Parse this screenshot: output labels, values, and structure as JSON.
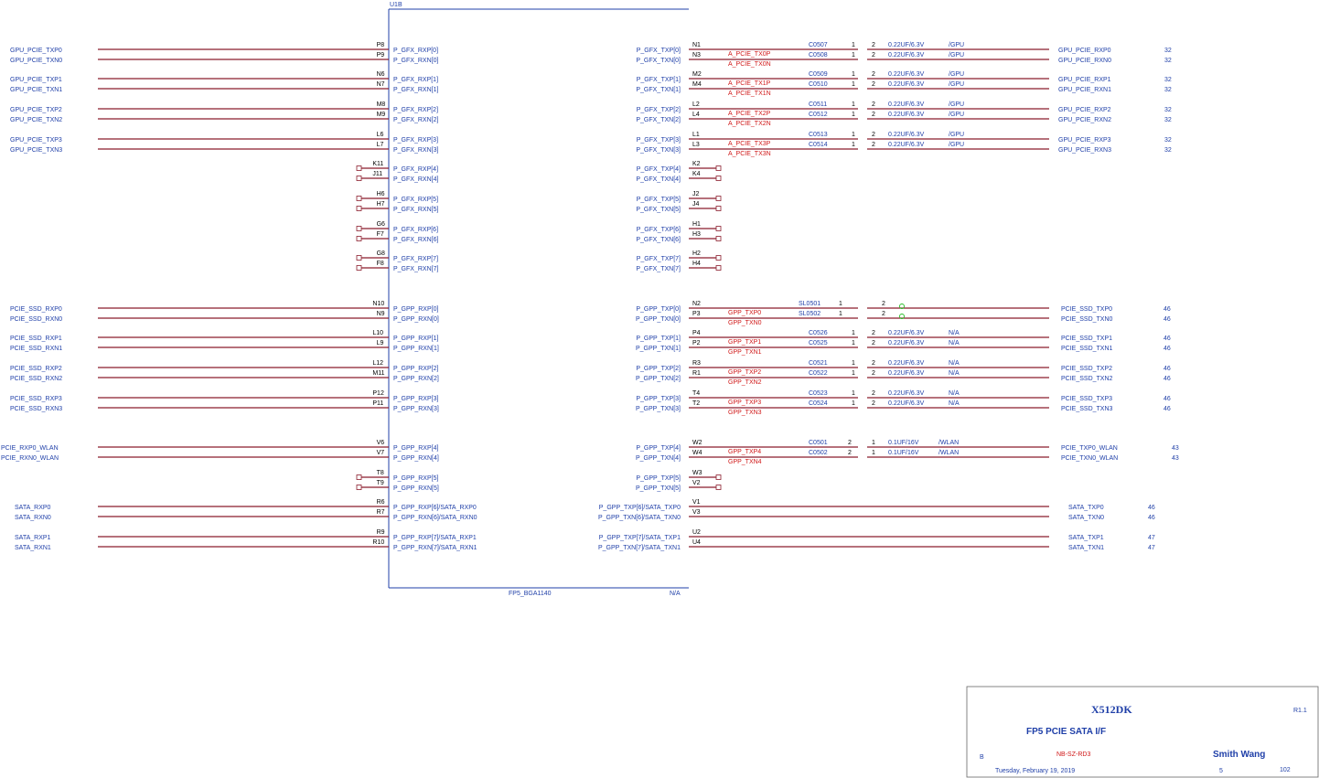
{
  "chip": {
    "ref": "U1B",
    "package": "FP5_BGA1140",
    "variant": "N/A"
  },
  "left_groups": [
    {
      "nets": [
        "GPU_PCIE_TXP0",
        "GPU_PCIE_TXN0"
      ],
      "balls": [
        "P8",
        "P9"
      ],
      "pins": [
        "P_GFX_RXP[0]",
        "P_GFX_RXN[0]"
      ]
    },
    {
      "nets": [
        "GPU_PCIE_TXP1",
        "GPU_PCIE_TXN1"
      ],
      "balls": [
        "N6",
        "N7"
      ],
      "pins": [
        "P_GFX_RXP[1]",
        "P_GFX_RXN[1]"
      ]
    },
    {
      "nets": [
        "GPU_PCIE_TXP2",
        "GPU_PCIE_TXN2"
      ],
      "balls": [
        "M8",
        "M9"
      ],
      "pins": [
        "P_GFX_RXP[2]",
        "P_GFX_RXN[2]"
      ]
    },
    {
      "nets": [
        "GPU_PCIE_TXP3",
        "GPU_PCIE_TXN3"
      ],
      "balls": [
        "L6",
        "L7"
      ],
      "pins": [
        "P_GFX_RXP[3]",
        "P_GFX_RXN[3]"
      ]
    },
    {
      "nets": [],
      "balls": [
        "K11",
        "J11"
      ],
      "pins": [
        "P_GFX_RXP[4]",
        "P_GFX_RXN[4]"
      ]
    },
    {
      "nets": [],
      "balls": [
        "H6",
        "H7"
      ],
      "pins": [
        "P_GFX_RXP[5]",
        "P_GFX_RXN[5]"
      ]
    },
    {
      "nets": [],
      "balls": [
        "G6",
        "F7"
      ],
      "pins": [
        "P_GFX_RXP[6]",
        "P_GFX_RXN[6]"
      ]
    },
    {
      "nets": [],
      "balls": [
        "G8",
        "F8"
      ],
      "pins": [
        "P_GFX_RXP[7]",
        "P_GFX_RXN[7]"
      ]
    },
    {
      "nets": [
        "PCIE_SSD_RXP0",
        "PCIE_SSD_RXN0"
      ],
      "balls": [
        "N10",
        "N9"
      ],
      "pins": [
        "P_GPP_RXP[0]",
        "P_GPP_RXN[0]"
      ]
    },
    {
      "nets": [
        "PCIE_SSD_RXP1",
        "PCIE_SSD_RXN1"
      ],
      "balls": [
        "L10",
        "L9"
      ],
      "pins": [
        "P_GPP_RXP[1]",
        "P_GPP_RXN[1]"
      ]
    },
    {
      "nets": [
        "PCIE_SSD_RXP2",
        "PCIE_SSD_RXN2"
      ],
      "balls": [
        "L12",
        "M11"
      ],
      "pins": [
        "P_GPP_RXP[2]",
        "P_GPP_RXN[2]"
      ]
    },
    {
      "nets": [
        "PCIE_SSD_RXP3",
        "PCIE_SSD_RXN3"
      ],
      "balls": [
        "P12",
        "P11"
      ],
      "pins": [
        "P_GPP_RXP[3]",
        "P_GPP_RXN[3]"
      ]
    },
    {
      "nets": [
        "PCIE_RXP0_WLAN",
        "PCIE_RXN0_WLAN"
      ],
      "balls": [
        "V6",
        "V7"
      ],
      "pins": [
        "P_GPP_RXP[4]",
        "P_GPP_RXN[4]"
      ]
    },
    {
      "nets": [],
      "balls": [
        "T8",
        "T9"
      ],
      "pins": [
        "P_GPP_RXP[5]",
        "P_GPP_RXN[5]"
      ]
    },
    {
      "nets": [
        "SATA_RXP0",
        "SATA_RXN0"
      ],
      "balls": [
        "R6",
        "R7"
      ],
      "pins": [
        "P_GPP_RXP[6]/SATA_RXP0",
        "P_GPP_RXN[6]/SATA_RXN0"
      ]
    },
    {
      "nets": [
        "SATA_RXP1",
        "SATA_RXN1"
      ],
      "balls": [
        "R9",
        "R10"
      ],
      "pins": [
        "P_GPP_RXP[7]/SATA_RXP1",
        "P_GPP_RXN[7]/SATA_RXN1"
      ]
    }
  ],
  "right_groups": [
    {
      "pins": [
        "P_GFX_TXP[0]",
        "P_GFX_TXN[0]"
      ],
      "balls": [
        "N1",
        "N3"
      ],
      "inner": [
        "A_PCIE_TX0P",
        "A_PCIE_TX0N"
      ],
      "refs": [
        "C0507",
        "C0508"
      ],
      "pinnums": [
        "1",
        "1"
      ],
      "pinnums2": [
        "2",
        "2"
      ],
      "vals": [
        "0.22UF/6.3V",
        "0.22UF/6.3V"
      ],
      "opt": [
        "/GPU",
        "/GPU"
      ],
      "nets": [
        "GPU_PCIE_RXP0",
        "GPU_PCIE_RXN0"
      ],
      "pages": [
        "32",
        "32"
      ]
    },
    {
      "pins": [
        "P_GFX_TXP[1]",
        "P_GFX_TXN[1]"
      ],
      "balls": [
        "M2",
        "M4"
      ],
      "inner": [
        "A_PCIE_TX1P",
        "A_PCIE_TX1N"
      ],
      "refs": [
        "C0509",
        "C0510"
      ],
      "pinnums": [
        "1",
        "1"
      ],
      "pinnums2": [
        "2",
        "2"
      ],
      "vals": [
        "0.22UF/6.3V",
        "0.22UF/6.3V"
      ],
      "opt": [
        "/GPU",
        "/GPU"
      ],
      "nets": [
        "GPU_PCIE_RXP1",
        "GPU_PCIE_RXN1"
      ],
      "pages": [
        "32",
        "32"
      ]
    },
    {
      "pins": [
        "P_GFX_TXP[2]",
        "P_GFX_TXN[2]"
      ],
      "balls": [
        "L2",
        "L4"
      ],
      "inner": [
        "A_PCIE_TX2P",
        "A_PCIE_TX2N"
      ],
      "refs": [
        "C0511",
        "C0512"
      ],
      "pinnums": [
        "1",
        "1"
      ],
      "pinnums2": [
        "2",
        "2"
      ],
      "vals": [
        "0.22UF/6.3V",
        "0.22UF/6.3V"
      ],
      "opt": [
        "/GPU",
        "/GPU"
      ],
      "nets": [
        "GPU_PCIE_RXP2",
        "GPU_PCIE_RXN2"
      ],
      "pages": [
        "32",
        "32"
      ]
    },
    {
      "pins": [
        "P_GFX_TXP[3]",
        "P_GFX_TXN[3]"
      ],
      "balls": [
        "L1",
        "L3"
      ],
      "inner": [
        "A_PCIE_TX3P",
        "A_PCIE_TX3N"
      ],
      "refs": [
        "C0513",
        "C0514"
      ],
      "pinnums": [
        "1",
        "1"
      ],
      "pinnums2": [
        "2",
        "2"
      ],
      "vals": [
        "0.22UF/6.3V",
        "0.22UF/6.3V"
      ],
      "opt": [
        "/GPU",
        "/GPU"
      ],
      "nets": [
        "GPU_PCIE_RXP3",
        "GPU_PCIE_RXN3"
      ],
      "pages": [
        "32",
        "32"
      ]
    },
    {
      "pins": [
        "P_GFX_TXP[4]",
        "P_GFX_TXN[4]"
      ],
      "balls": [
        "K2",
        "K4"
      ]
    },
    {
      "pins": [
        "P_GFX_TXP[5]",
        "P_GFX_TXN[5]"
      ],
      "balls": [
        "J2",
        "J4"
      ]
    },
    {
      "pins": [
        "P_GFX_TXP[6]",
        "P_GFX_TXN[6]"
      ],
      "balls": [
        "H1",
        "H3"
      ]
    },
    {
      "pins": [
        "P_GFX_TXP[7]",
        "P_GFX_TXN[7]"
      ],
      "balls": [
        "H2",
        "H4"
      ]
    },
    {
      "pins": [
        "P_GPP_TXP[0]",
        "P_GPP_TXN[0]"
      ],
      "balls": [
        "N2",
        "P3"
      ],
      "inner": [
        "GPP_TXP0",
        "GPP_TXN0"
      ],
      "refs": [
        "SL0501",
        "SL0502"
      ],
      "pinnums": [
        "1",
        "1"
      ],
      "pinnums2": [
        "2",
        "2"
      ],
      "nets": [
        "PCIE_SSD_TXP0",
        "PCIE_SSD_TXN0"
      ],
      "pages": [
        "46",
        "46"
      ]
    },
    {
      "pins": [
        "P_GPP_TXP[1]",
        "P_GPP_TXN[1]"
      ],
      "balls": [
        "P4",
        "P2"
      ],
      "inner": [
        "GPP_TXP1",
        "GPP_TXN1"
      ],
      "refs": [
        "C0526",
        "C0525"
      ],
      "pinnums": [
        "1",
        "1"
      ],
      "pinnums2": [
        "2",
        "2"
      ],
      "vals": [
        "0.22UF/6.3V",
        "0.22UF/6.3V"
      ],
      "opt": [
        "N/A",
        "N/A"
      ],
      "nets": [
        "PCIE_SSD_TXP1",
        "PCIE_SSD_TXN1"
      ],
      "pages": [
        "46",
        "46"
      ]
    },
    {
      "pins": [
        "P_GPP_TXP[2]",
        "P_GPP_TXN[2]"
      ],
      "balls": [
        "R3",
        "R1"
      ],
      "inner": [
        "GPP_TXP2",
        "GPP_TXN2"
      ],
      "refs": [
        "C0521",
        "C0522"
      ],
      "pinnums": [
        "1",
        "1"
      ],
      "pinnums2": [
        "2",
        "2"
      ],
      "vals": [
        "0.22UF/6.3V",
        "0.22UF/6.3V"
      ],
      "opt": [
        "N/A",
        "N/A"
      ],
      "nets": [
        "PCIE_SSD_TXP2",
        "PCIE_SSD_TXN2"
      ],
      "pages": [
        "46",
        "46"
      ]
    },
    {
      "pins": [
        "P_GPP_TXP[3]",
        "P_GPP_TXN[3]"
      ],
      "balls": [
        "T4",
        "T2"
      ],
      "inner": [
        "GPP_TXP3",
        "GPP_TXN3"
      ],
      "refs": [
        "C0523",
        "C0524"
      ],
      "pinnums": [
        "1",
        "1"
      ],
      "pinnums2": [
        "2",
        "2"
      ],
      "vals": [
        "0.22UF/6.3V",
        "0.22UF/6.3V"
      ],
      "opt": [
        "N/A",
        "N/A"
      ],
      "nets": [
        "PCIE_SSD_TXP3",
        "PCIE_SSD_TXN3"
      ],
      "pages": [
        "46",
        "46"
      ]
    },
    {
      "pins": [
        "P_GPP_TXP[4]",
        "P_GPP_TXN[4]"
      ],
      "balls": [
        "W2",
        "W4"
      ],
      "inner": [
        "GPP_TXP4",
        "GPP_TXN4"
      ],
      "refs": [
        "C0501",
        "C0502"
      ],
      "pinnums": [
        "2",
        "2"
      ],
      "pinnums2": [
        "1",
        "1"
      ],
      "vals": [
        "0.1UF/16V",
        "0.1UF/16V"
      ],
      "opt": [
        "/WLAN",
        "/WLAN"
      ],
      "nets": [
        "PCIE_TXP0_WLAN",
        "PCIE_TXN0_WLAN"
      ],
      "pages": [
        "43",
        "43"
      ]
    },
    {
      "pins": [
        "P_GPP_TXP[5]",
        "P_GPP_TXN[5]"
      ],
      "balls": [
        "W3",
        "V2"
      ]
    },
    {
      "pins": [
        "P_GPP_TXP[6]/SATA_TXP0",
        "P_GPP_TXN[6]/SATA_TXN0"
      ],
      "balls": [
        "V1",
        "V3"
      ],
      "nets": [
        "SATA_TXP0",
        "SATA_TXN0"
      ],
      "pages": [
        "46",
        "46"
      ]
    },
    {
      "pins": [
        "P_GPP_TXP[7]/SATA_TXP1",
        "P_GPP_TXN[7]/SATA_TXN1"
      ],
      "balls": [
        "U2",
        "U4"
      ],
      "nets": [
        "SATA_TXP1",
        "SATA_TXN1"
      ],
      "pages": [
        "47",
        "47"
      ]
    }
  ],
  "title_block": {
    "project": "X512DK",
    "revision": "R1.1",
    "sheet_title": "FP5 PCIE SATA I/F",
    "size": "B",
    "dept": "NB-SZ-RD3",
    "engineer": "Smith Wang",
    "date": "Tuesday, February 19, 2019",
    "sheet": "5",
    "total": "102"
  }
}
